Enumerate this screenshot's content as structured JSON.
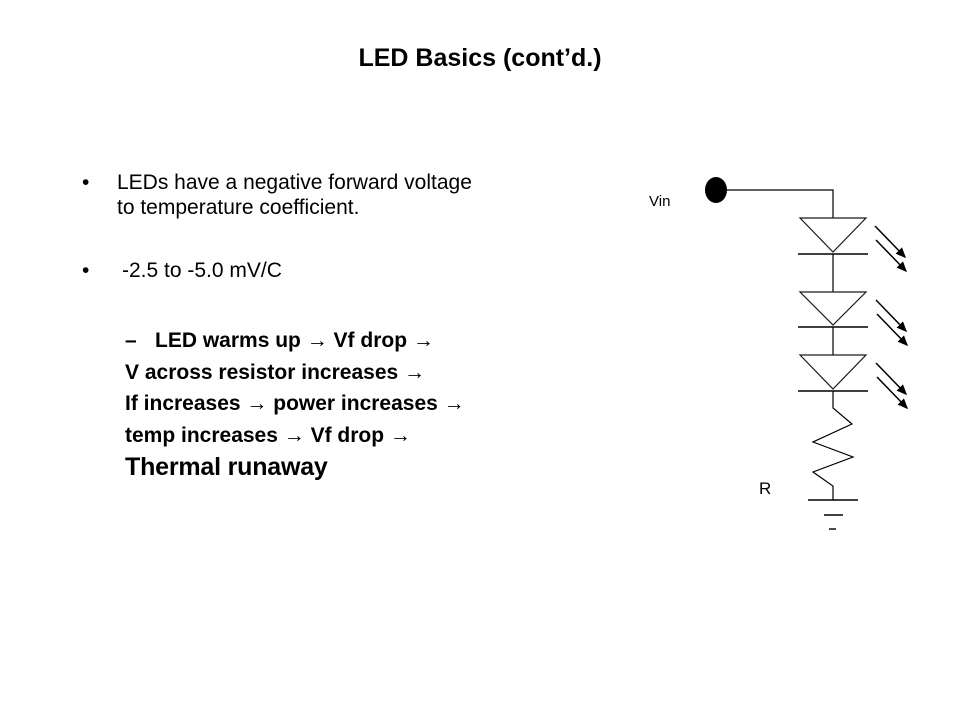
{
  "slide": {
    "title": "LED Basics (cont’d.)",
    "bullet_char": "•",
    "bullets": [
      {
        "lines": [
          "LEDs have a negative forward voltage",
          "to temperature coefficient."
        ]
      },
      {
        "lines": [
          "-2.5 to -5.0 mV/C"
        ]
      }
    ],
    "sub_bullet": {
      "dash": "–",
      "lines": [
        "LED warms up → Vf drop →",
        "V across resistor increases →",
        "If increases → power increases →",
        "temp increases → Vf drop →"
      ],
      "emphasis": "Thermal runaway"
    },
    "circuit": {
      "vin_label": "Vin",
      "resistor_label": "R",
      "led_count": "3",
      "line_color": "#000000",
      "background_color": "#ffffff"
    }
  }
}
